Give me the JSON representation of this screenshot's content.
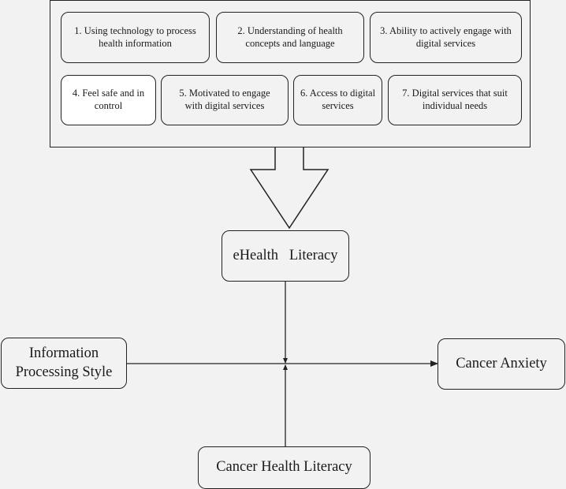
{
  "dimensions": [
    {
      "id": "d1",
      "label": "1. Using technology to process health information"
    },
    {
      "id": "d2",
      "label": "2. Understanding of health concepts and language"
    },
    {
      "id": "d3",
      "label": "3. Ability to actively engage with digital services"
    },
    {
      "id": "d4",
      "label": "4. Feel safe and in control"
    },
    {
      "id": "d5",
      "label": "5. Motivated to engage with digital services"
    },
    {
      "id": "d6",
      "label": "6. Access to digital services"
    },
    {
      "id": "d7",
      "label": "7. Digital services that suit individual needs"
    }
  ],
  "nodes": {
    "ehealth": "eHealth   Literacy",
    "ips": "Information Processing Style",
    "anxiety": "Cancer Anxiety",
    "chl": "Cancer Health Literacy"
  }
}
